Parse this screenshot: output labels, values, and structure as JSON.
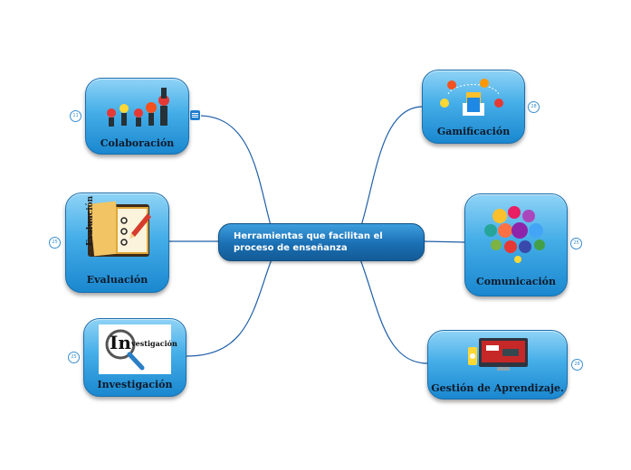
{
  "central": {
    "label": "Herramientas que facilitan el proceso de enseñanza"
  },
  "topics": [
    {
      "id": "colaboracion",
      "label": "Colaboración",
      "badge": "11"
    },
    {
      "id": "evaluacion",
      "label": "Evaluación",
      "badge": "25"
    },
    {
      "id": "investigacion",
      "label": "Investigación",
      "badge": "25"
    },
    {
      "id": "gamificacion",
      "label": "Gamificación",
      "badge": "28"
    },
    {
      "id": "comunicacion",
      "label": "Comunicación",
      "badge": "25"
    },
    {
      "id": "gestion",
      "label": "Gestión de Aprendizaje.",
      "badge": "28"
    }
  ],
  "images": {
    "evaluacion_book_text": "Evaluación",
    "investigacion_logo_big": "In",
    "investigacion_logo_small": "vestigación"
  },
  "icons": [
    "notes-icon",
    "collaboration-people-icon",
    "book-checklist-icon",
    "magnifier-icon",
    "gamification-icon",
    "social-bubbles-icon",
    "computer-monitor-icon"
  ],
  "colors": {
    "node_top": "#8fd3f6",
    "node_bottom": "#1a87cf",
    "central": "#1a6fb3",
    "connector": "#1f5fa8"
  }
}
